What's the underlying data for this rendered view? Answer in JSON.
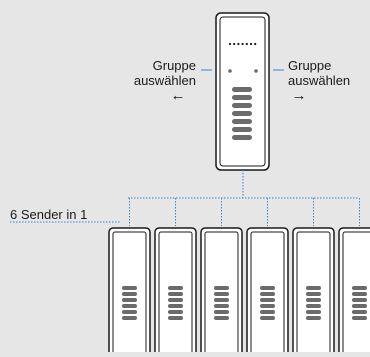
{
  "diagram": {
    "left_label": {
      "line1": "Gruppe",
      "line2": "auswählen",
      "arrow": "←"
    },
    "right_label": {
      "line1": "Gruppe",
      "line2": "auswählen",
      "arrow": "→"
    },
    "senders_label": "6 Sender in 1",
    "sender_count": 6,
    "colors": {
      "background": "#e6e6e6",
      "device_stroke": "#1a1a1a",
      "device_fill": "#ffffff",
      "button_fill": "#6b6b6b",
      "connector": "#3a86c8",
      "label_line": "#3a86c8"
    },
    "icons": [
      "remote-control-device",
      "sender-device",
      "left-arrow-icon",
      "right-arrow-icon"
    ]
  }
}
